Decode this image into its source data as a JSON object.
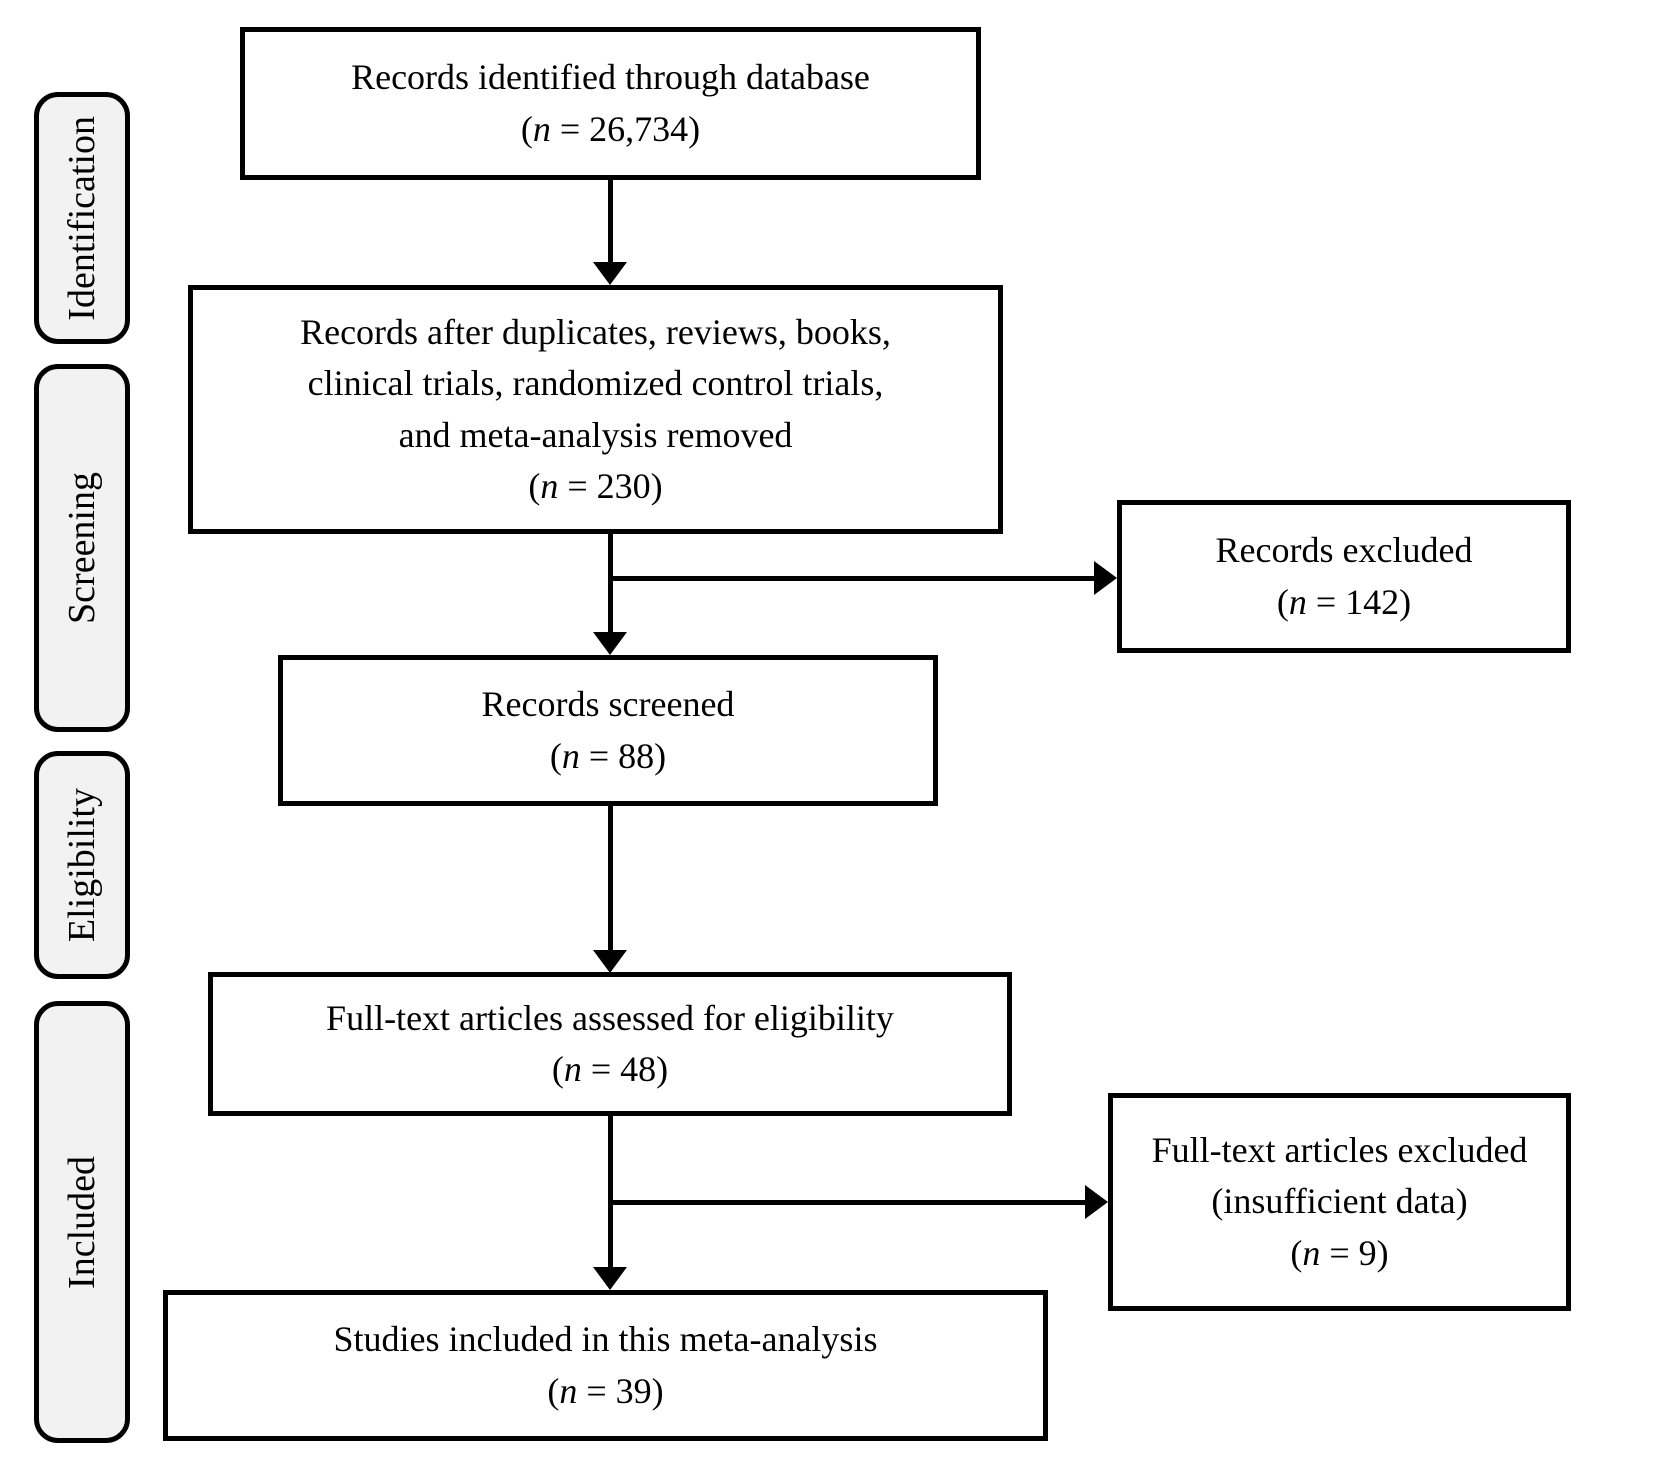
{
  "figure": {
    "background_color": "#ffffff",
    "box_border_color": "#000000",
    "text_color": "#000000",
    "stage_fill_color": "#f2f2f2"
  },
  "stages": [
    {
      "label": "Identification"
    },
    {
      "label": "Screening"
    },
    {
      "label": "Eligibility"
    },
    {
      "label": "Included"
    }
  ],
  "flow_boxes": [
    {
      "id": "records-identified",
      "lines": [
        "Records identified through database",
        "(n = 26,734)"
      ]
    },
    {
      "id": "records-after-duplicates",
      "lines": [
        "Records after duplicates, reviews, books,",
        "clinical trials, randomized control trials,",
        "and meta-analysis removed",
        "(n = 230)"
      ]
    },
    {
      "id": "records-screened",
      "lines": [
        "Records screened",
        "(n = 88)"
      ]
    },
    {
      "id": "fulltext-assessed",
      "lines": [
        "Full-text articles assessed for eligibility",
        "(n = 48)"
      ]
    },
    {
      "id": "studies-included",
      "lines": [
        "Studies included in this meta-analysis",
        "(n = 39)"
      ]
    }
  ],
  "exclusion_boxes": [
    {
      "id": "records-excluded",
      "lines": [
        "Records excluded",
        "(n = 142)"
      ]
    },
    {
      "id": "fulltext-excluded",
      "lines": [
        "Full-text articles excluded",
        "(insufficient data)",
        "(n = 9)"
      ]
    }
  ]
}
